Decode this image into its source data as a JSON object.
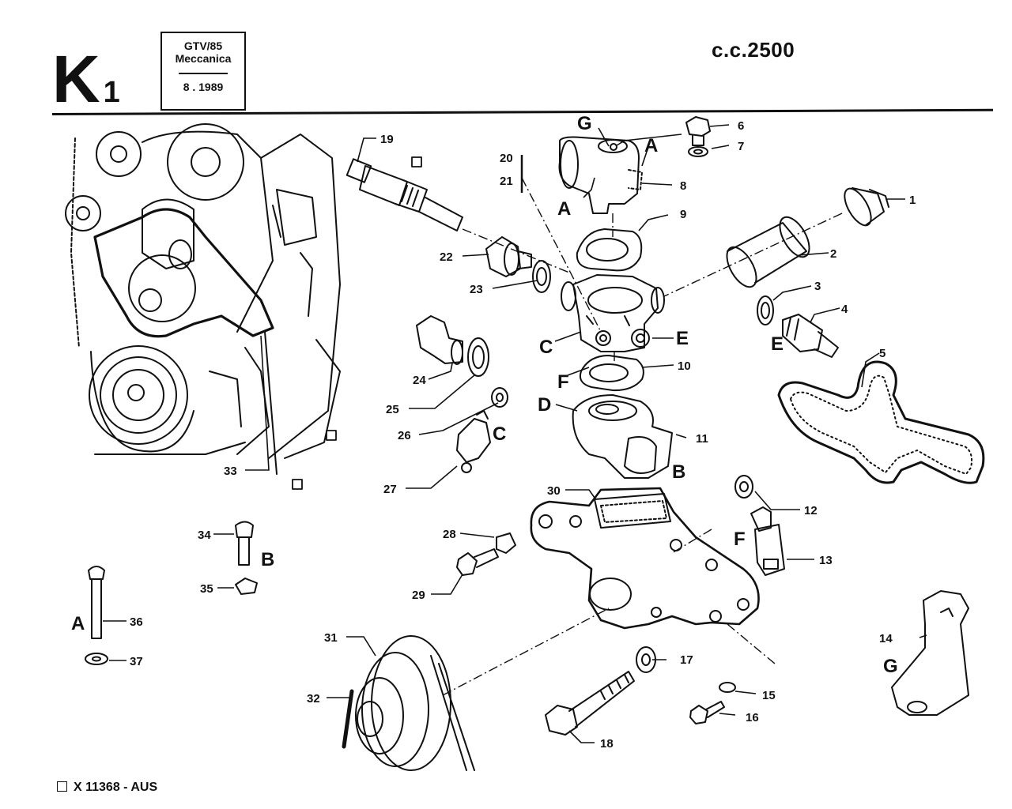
{
  "header": {
    "section_letter": "K",
    "section_number": "1",
    "model": "GTV/85",
    "category": "Meccanica",
    "date": "8 . 1989",
    "engine": "c.c.2500"
  },
  "footer": {
    "code": "X 11368 - AUS"
  },
  "callouts": [
    {
      "id": "1",
      "label": "1"
    },
    {
      "id": "2",
      "label": "2"
    },
    {
      "id": "3",
      "label": "3"
    },
    {
      "id": "4",
      "label": "4"
    },
    {
      "id": "5",
      "label": "5"
    },
    {
      "id": "6",
      "label": "6"
    },
    {
      "id": "7",
      "label": "7"
    },
    {
      "id": "8",
      "label": "8"
    },
    {
      "id": "9",
      "label": "9"
    },
    {
      "id": "10",
      "label": "10"
    },
    {
      "id": "11",
      "label": "11"
    },
    {
      "id": "12",
      "label": "12"
    },
    {
      "id": "13",
      "label": "13"
    },
    {
      "id": "14",
      "label": "14"
    },
    {
      "id": "15",
      "label": "15"
    },
    {
      "id": "16",
      "label": "16"
    },
    {
      "id": "17",
      "label": "17"
    },
    {
      "id": "18",
      "label": "18"
    },
    {
      "id": "19",
      "label": "19"
    },
    {
      "id": "20",
      "label": "20"
    },
    {
      "id": "21",
      "label": "21"
    },
    {
      "id": "22",
      "label": "22"
    },
    {
      "id": "23",
      "label": "23"
    },
    {
      "id": "24",
      "label": "24"
    },
    {
      "id": "25",
      "label": "25"
    },
    {
      "id": "26",
      "label": "26"
    },
    {
      "id": "27",
      "label": "27"
    },
    {
      "id": "28",
      "label": "28"
    },
    {
      "id": "29",
      "label": "29"
    },
    {
      "id": "30",
      "label": "30"
    },
    {
      "id": "31",
      "label": "31"
    },
    {
      "id": "32",
      "label": "32"
    },
    {
      "id": "33",
      "label": "33"
    },
    {
      "id": "34",
      "label": "34"
    },
    {
      "id": "35",
      "label": "35"
    },
    {
      "id": "36",
      "label": "36"
    },
    {
      "id": "37",
      "label": "37"
    }
  ],
  "letters": {
    "A": "A",
    "B": "B",
    "C": "C",
    "D": "D",
    "E": "E",
    "F": "F",
    "G": "G"
  }
}
